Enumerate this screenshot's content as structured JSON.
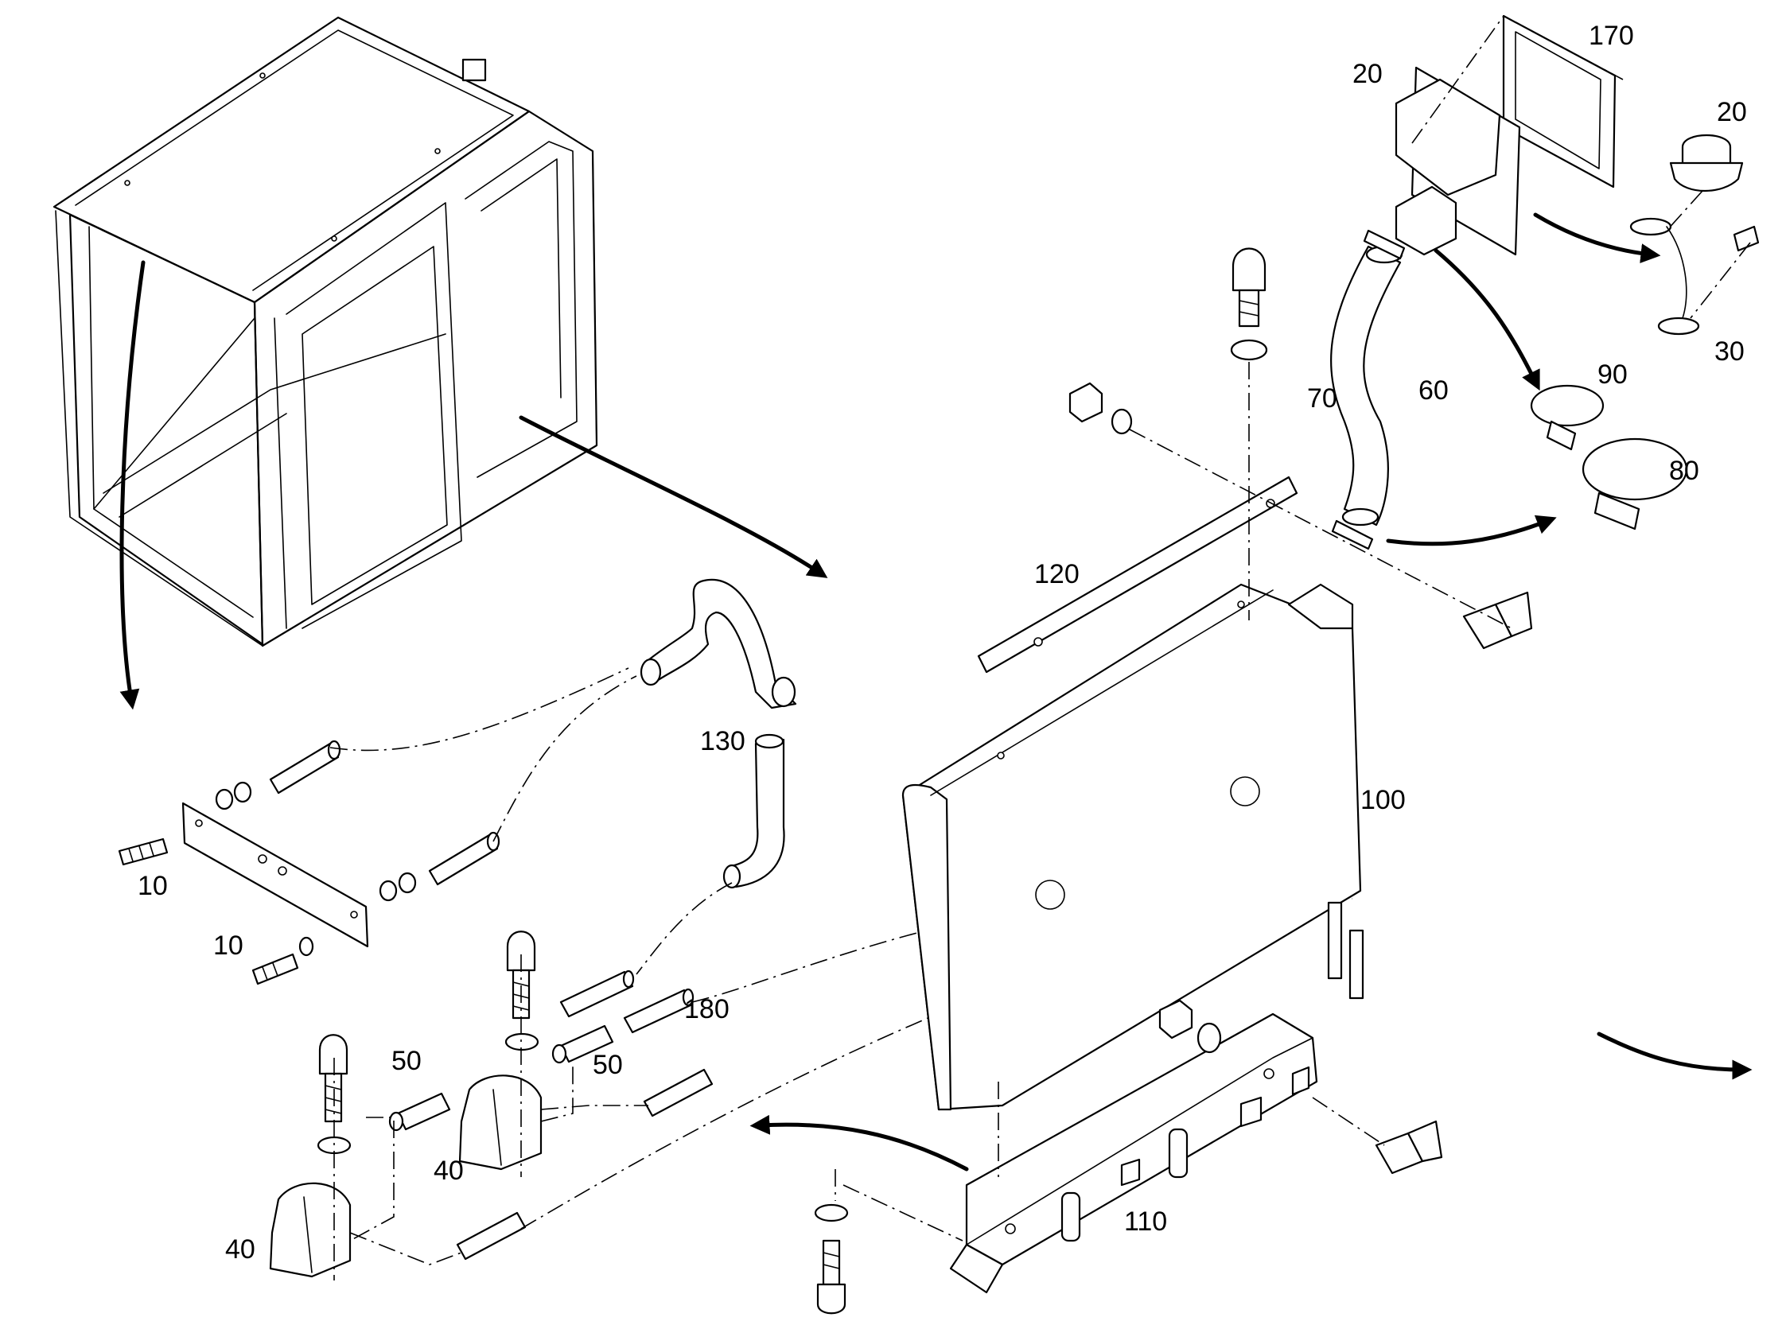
{
  "diagram": {
    "callouts": [
      {
        "id": "c170",
        "text": "170"
      },
      {
        "id": "c20a",
        "text": "20"
      },
      {
        "id": "c20b",
        "text": "20"
      },
      {
        "id": "c30",
        "text": "30"
      },
      {
        "id": "c90",
        "text": "90"
      },
      {
        "id": "c80",
        "text": "80"
      },
      {
        "id": "c70",
        "text": "70"
      },
      {
        "id": "c60",
        "text": "60"
      },
      {
        "id": "c120",
        "text": "120"
      },
      {
        "id": "c130",
        "text": "130"
      },
      {
        "id": "c100",
        "text": "100"
      },
      {
        "id": "c10a",
        "text": "10"
      },
      {
        "id": "c10b",
        "text": "10"
      },
      {
        "id": "c180",
        "text": "180"
      },
      {
        "id": "c50a",
        "text": "50"
      },
      {
        "id": "c50b",
        "text": "50"
      },
      {
        "id": "c40a",
        "text": "40"
      },
      {
        "id": "c40b",
        "text": "40"
      },
      {
        "id": "c110",
        "text": "110"
      }
    ]
  }
}
